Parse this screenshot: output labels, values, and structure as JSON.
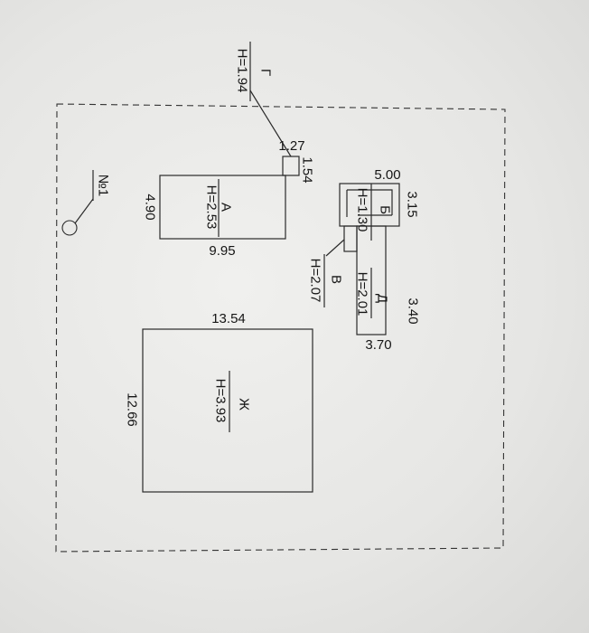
{
  "plan": {
    "buildings": {
      "A": {
        "letter": "А",
        "height": "H=2.53",
        "width": "9.95",
        "depth": "4.90"
      },
      "G": {
        "letter": "Г",
        "height": "H=1.94",
        "width": "1.27",
        "depth": "1.54"
      },
      "B": {
        "letter": "Б",
        "height": "H=1.30",
        "width": "5.00",
        "depth": "3.15"
      },
      "V": {
        "letter": "В",
        "height": "H=2.07"
      },
      "D": {
        "letter": "Д",
        "height": "H=2.01",
        "width": "3.70",
        "depth": "3.40"
      },
      "Zh": {
        "letter": "Ж",
        "height": "H=3.93",
        "width": "13.54",
        "depth": "12.66"
      }
    },
    "well": {
      "label": "№1"
    }
  }
}
